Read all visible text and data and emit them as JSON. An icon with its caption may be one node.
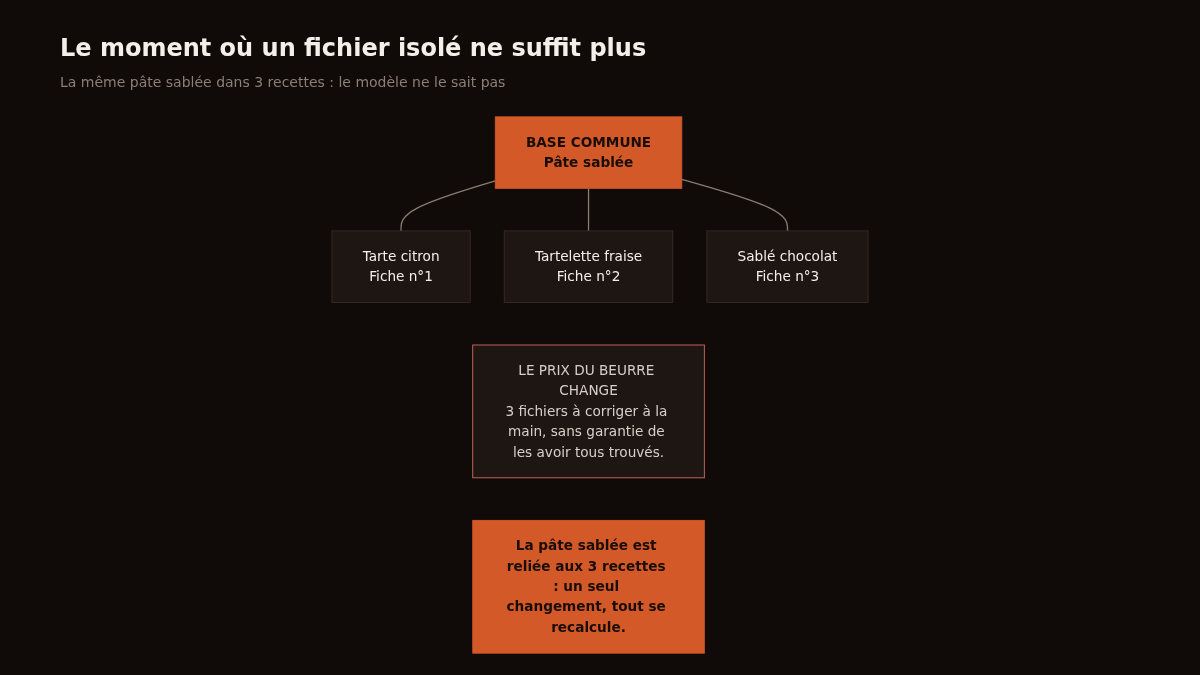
{
  "diagram": {
    "title": "Le moment où un fichier isolé ne suffit plus",
    "caption": "La même pâte sablée dans 3 recettes : le modèle ne le sait pas",
    "nodes": [
      {
        "text": [
          "BASE COMMUNE",
          "Pâte sablée"
        ]
      },
      {
        "text": [
          "Tarte citron",
          "Fiche n°1"
        ]
      },
      {
        "text": [
          "Tartelette fraise",
          "Fiche n°2"
        ]
      },
      {
        "text": [
          "Sablé chocolat",
          "Fiche n°3"
        ]
      },
      {
        "text": [
          "LE PRIX DU BEURRE CHANGE",
          "3 fichiers à corriger à la main, sans garantie de les avoir tous trouvés."
        ]
      },
      {
        "text": [
          "La pâte sablée est reliée aux 3 recettes : un seul changement, tout se recalcule."
        ]
      }
    ],
    "edges": [
      {
        "from": 0,
        "to": 1,
        "arrow": "none"
      },
      {
        "from": 0,
        "to": 2,
        "arrow": "none"
      },
      {
        "from": 0,
        "to": 3,
        "arrow": "none"
      }
    ]
  }
}
